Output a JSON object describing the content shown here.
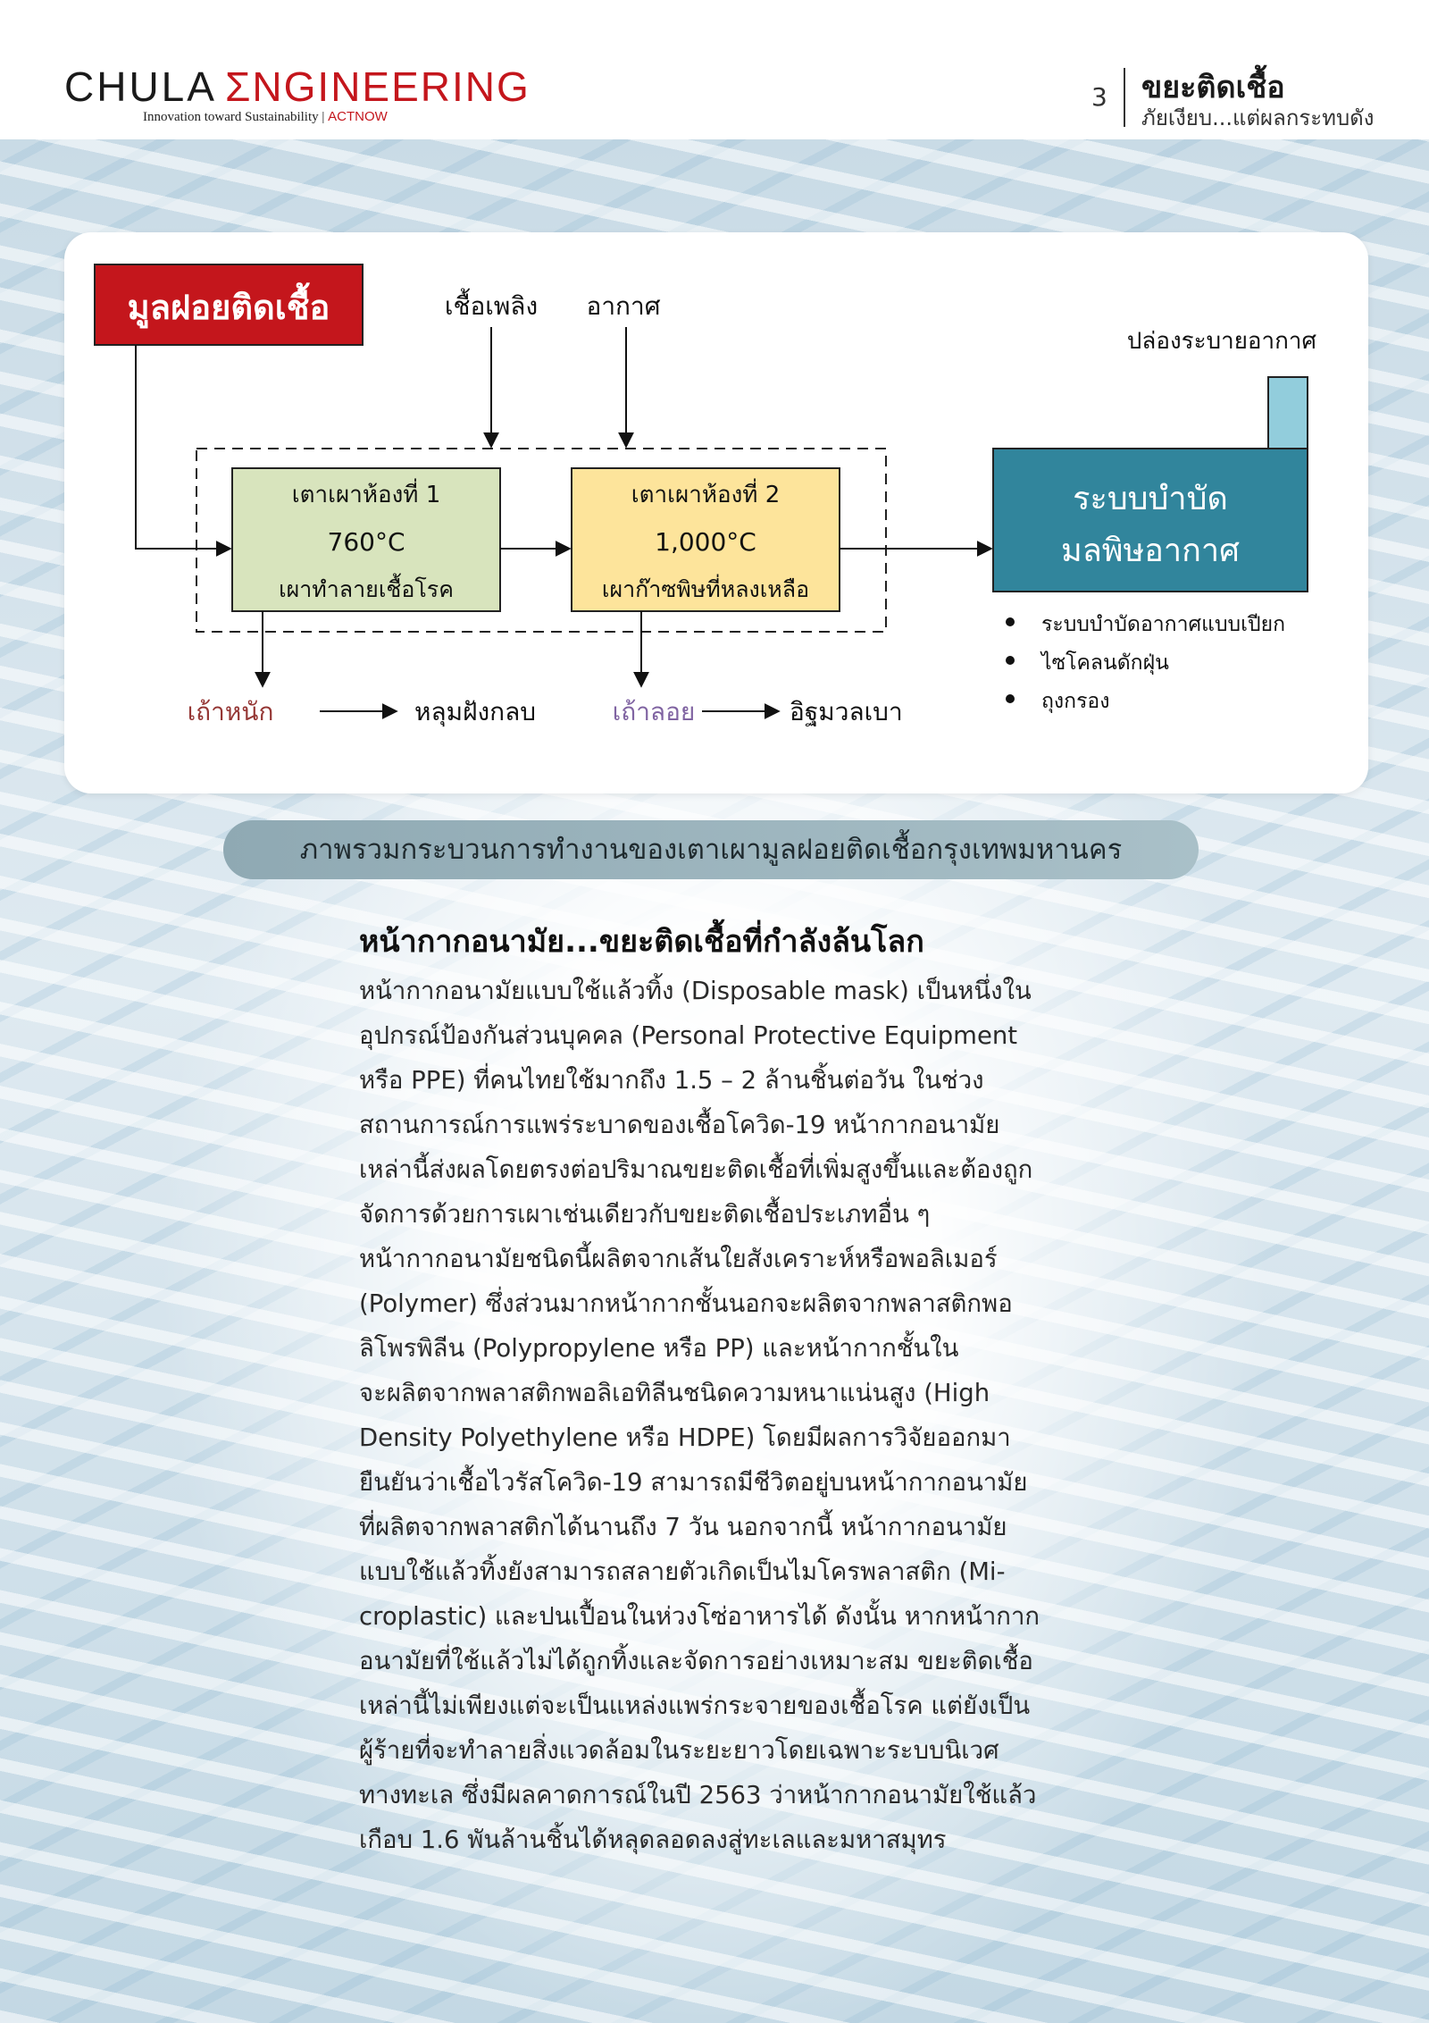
{
  "header": {
    "brand_left": "CHULA",
    "brand_right": "ΣNGINEERING",
    "tagline": "Innovation toward Sustainability",
    "tagline_sep": "|",
    "tagline_brand": "ACTNOW",
    "page_number": "3",
    "section_title": "ขยะติดเชื้อ",
    "section_subtitle": "ภัยเงียบ...แต่ผลกระทบดัง"
  },
  "diagram": {
    "source_box": "มูลฝอยติดเชื้อ",
    "fuel": "เชื้อเพลิง",
    "air": "อากาศ",
    "chamber1": {
      "title": "เตาเผาห้องที่ 1",
      "temp": "760°C",
      "desc": "เผาทำลายเชื้อโรค"
    },
    "chamber2": {
      "title": "เตาเผาห้องที่ 2",
      "temp": "1,000°C",
      "desc": "เผาก๊าซพิษที่หลงเหลือ"
    },
    "chimney_label": "ปล่องระบายอากาศ",
    "treatment": {
      "line1": "ระบบบำบัด",
      "line2": "มลพิษอากาศ"
    },
    "treatment_items": [
      "ระบบบำบัดอากาศแบบเปียก",
      "ไซโคลนดักฝุ่น",
      "ถุงกรอง"
    ],
    "bottom_ash": "เถ้าหนัก",
    "bottom_ash_dest": "หลุมฝังกลบ",
    "fly_ash": "เถ้าลอย",
    "fly_ash_dest": "อิฐมวลเบา",
    "colors": {
      "source_fill": "#c4161c",
      "chamber1_fill": "#d8e4bd",
      "chamber2_fill": "#fde49b",
      "treatment_fill": "#31859c",
      "chimney_fill": "#92cddc",
      "bottom_ash_text": "#953735",
      "fly_ash_text": "#8064a2"
    }
  },
  "caption": "ภาพรวมกระบวนการทำงานของเตาเผามูลฝอยติดเชื้อกรุงเทพมหานคร",
  "article": {
    "heading": "หน้ากากอนามัย...ขยะติดเชื้อที่กำลังล้นโลก",
    "lines": [
      "หน้ากากอนามัยแบบใช้แล้วทิ้ง (Disposable mask) เป็นหนึ่งใน",
      "อุปกรณ์ป้องกันส่วนบุคคล (Personal Protective Equipment",
      "หรือ PPE) ที่คนไทยใช้มากถึง 1.5 – 2 ล้านชิ้นต่อวัน ในช่วง",
      "สถานการณ์การแพร่ระบาดของเชื้อโควิด-19 หน้ากากอนามัย",
      "เหล่านี้ส่งผลโดยตรงต่อปริมาณขยะติดเชื้อที่เพิ่มสูงขึ้นและต้องถูก",
      "จัดการด้วยการเผาเช่นเดียวกับขยะติดเชื้อประเภทอื่น ๆ",
      "หน้ากากอนามัยชนิดนี้ผลิตจากเส้นใยสังเคราะห์หรือพอลิเมอร์",
      "(Polymer) ซึ่งส่วนมากหน้ากากชั้นนอกจะผลิตจากพลาสติกพอ",
      "ลิโพรพิลีน (Polypropylene หรือ PP) และหน้ากากชั้นใน",
      "จะผลิตจากพลาสติกพอลิเอทิลีนชนิดความหนาแน่นสูง (High",
      "Density Polyethylene หรือ HDPE) โดยมีผลการวิจัยออกมา",
      "ยืนยันว่าเชื้อไวรัสโควิด-19 สามารถมีชีวิตอยู่บนหน้ากากอนามัย",
      "ที่ผลิตจากพลาสติกได้นานถึง 7 วัน นอกจากนี้ หน้ากากอนามัย",
      "แบบใช้แล้วทิ้งยังสามารถสลายตัวเกิดเป็นไมโครพลาสติก (Mi-",
      "croplastic) และปนเปื้อนในห่วงโซ่อาหารได้ ดังนั้น หากหน้ากาก",
      "อนามัยที่ใช้แล้วไม่ได้ถูกทิ้งและจัดการอย่างเหมาะสม ขยะติดเชื้อ",
      "เหล่านี้ไม่เพียงแต่จะเป็นแหล่งแพร่กระจายของเชื้อโรค แต่ยังเป็น",
      "ผู้ร้ายที่จะทำลายสิ่งแวดล้อมในระยะยาวโดยเฉพาะระบบนิเวศ",
      "ทางทะเล ซึ่งมีผลคาดการณ์ในปี 2563 ว่าหน้ากากอนามัยใช้แล้ว",
      "เกือบ 1.6 พันล้านชิ้นได้หลุดลอดลงสู่ทะเลและมหาสมุทร"
    ]
  }
}
